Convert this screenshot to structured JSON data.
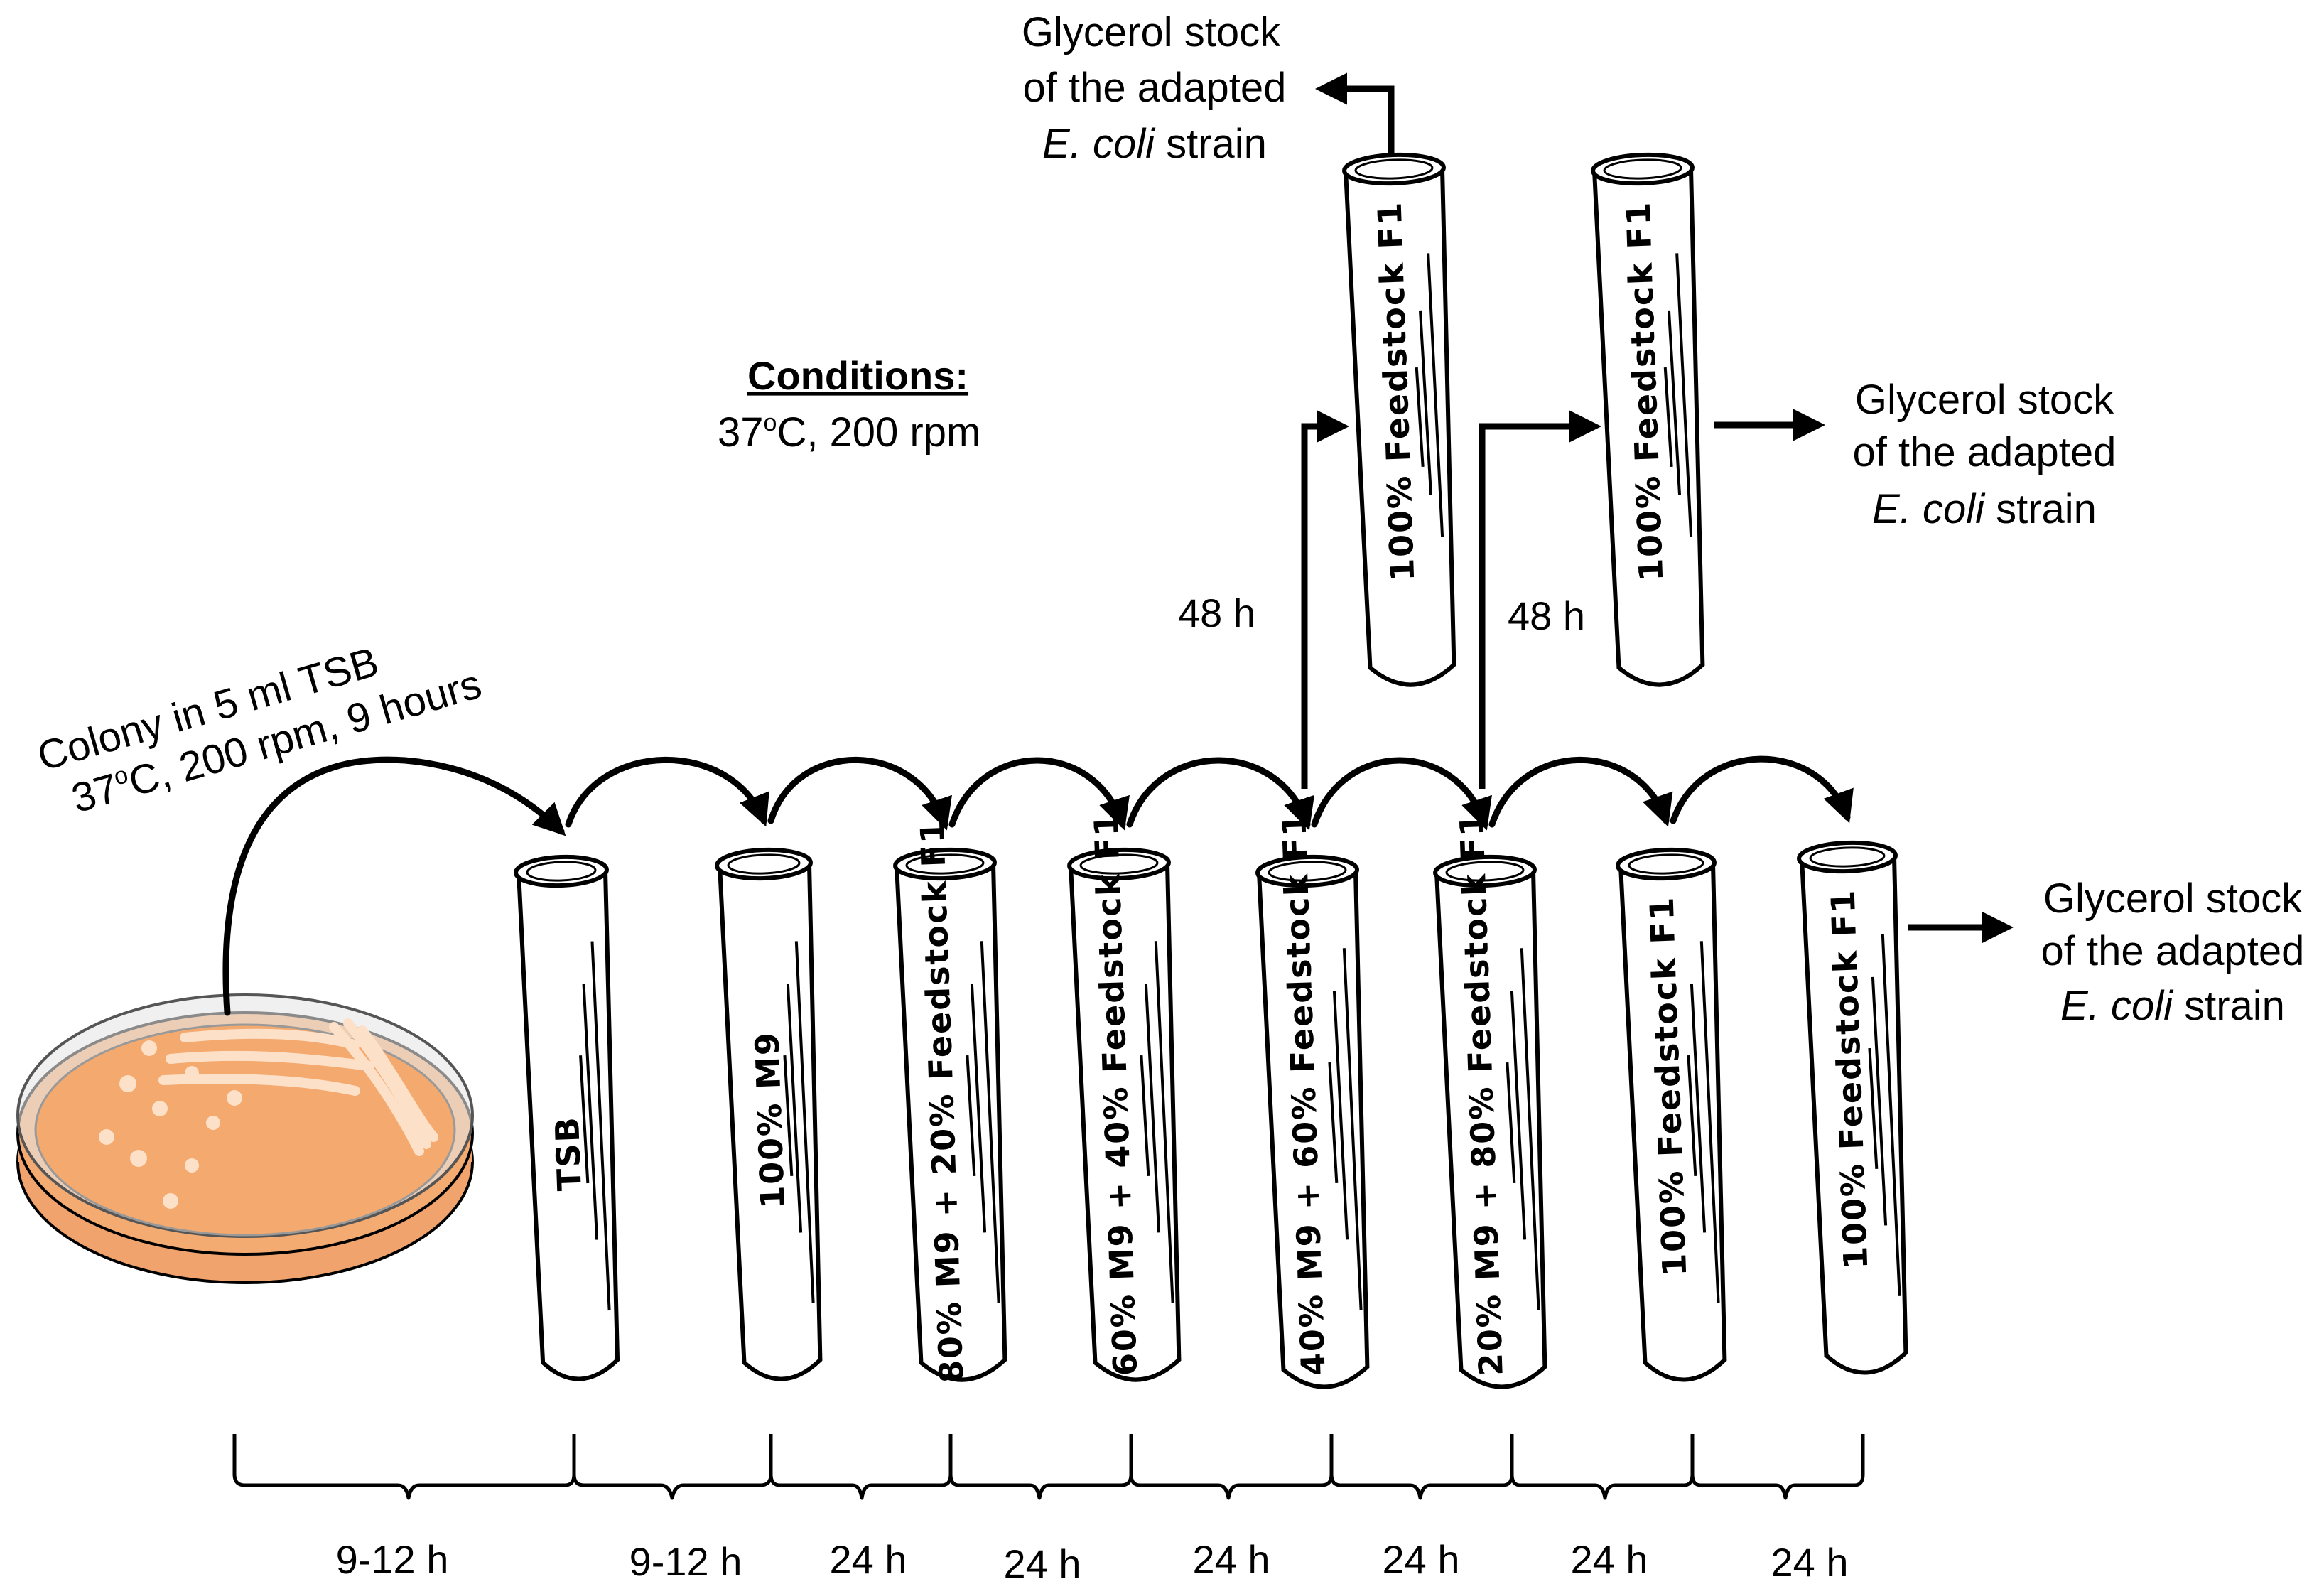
{
  "colony_note": {
    "line1": "Colony in 5 ml TSB",
    "line2_pre": "37",
    "line2_sup": "o",
    "line2_post": "C, 200 rpm, 9 hours"
  },
  "conditions": {
    "title": "Conditions:",
    "temp": "37",
    "sup": "o",
    "rest": "C, 200 rpm"
  },
  "tubes": [
    {
      "label": "TSB"
    },
    {
      "label": "100% M9"
    },
    {
      "label": "80% M9 + 20% Feedstock F1"
    },
    {
      "label": "60% M9 + 40% Feedstock F1"
    },
    {
      "label": "40% M9 + 60% Feedstock F1"
    },
    {
      "label": "20% M9 + 80% Feedstock F1"
    },
    {
      "label": "100% Feedstock F1"
    },
    {
      "label": "100% Feedstock F1"
    }
  ],
  "upper_tubes": [
    {
      "label": "100% Feedstock F1"
    },
    {
      "label": "100% Feedstock F1"
    }
  ],
  "side_durations": [
    "48 h",
    "48 h"
  ],
  "glycerol_labels": [
    {
      "line1": "Glycerol stock",
      "line2": "of the adapted",
      "species": "E. coli",
      "suffix": " strain"
    },
    {
      "line1": "Glycerol stock",
      "line2": "of the adapted",
      "species": "E. coli",
      "suffix": " strain"
    },
    {
      "line1": "Glycerol stock",
      "line2": "of the adapted",
      "species": "E. coli",
      "suffix": " strain"
    }
  ],
  "durations": [
    "9-12 h",
    "9-12 h",
    "24 h",
    "24 h",
    "24 h",
    "24 h",
    "24 h",
    "24 h"
  ],
  "colors": {
    "agar": "#f4a96e",
    "agar_dark": "#e8955a",
    "dish_rim": "#d9d9d9",
    "streak": "#fde0c8",
    "ink": "#000000"
  }
}
